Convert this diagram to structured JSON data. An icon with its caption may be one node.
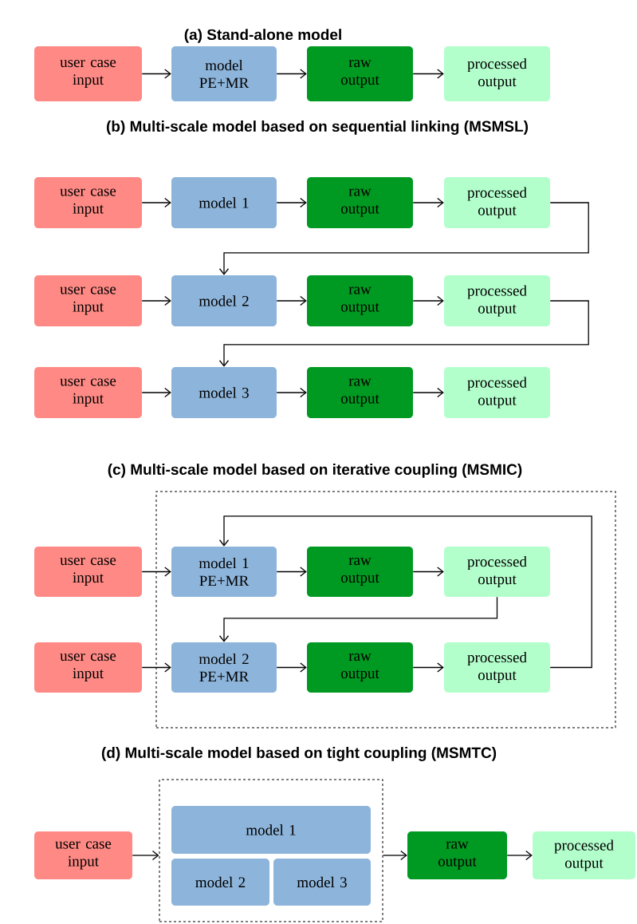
{
  "diagram": {
    "nodes": [
      {
        "text": [
          "user case input"
        ]
      },
      {
        "text": [
          "model PE+MR"
        ]
      },
      {
        "text": [
          "raw output"
        ]
      },
      {
        "text": [
          "processed output"
        ]
      },
      {
        "text": [
          "user case input"
        ]
      },
      {
        "text": [
          "model 1"
        ]
      },
      {
        "text": [
          "raw output"
        ]
      },
      {
        "text": [
          "processed output"
        ]
      },
      {
        "text": [
          "user case input"
        ]
      },
      {
        "text": [
          "model 2"
        ]
      },
      {
        "text": [
          "raw output"
        ]
      },
      {
        "text": [
          "processed output"
        ]
      },
      {
        "text": [
          "user case input"
        ]
      },
      {
        "text": [
          "model 3"
        ]
      },
      {
        "text": [
          "raw output"
        ]
      },
      {
        "text": [
          "processed output"
        ]
      },
      {
        "text": [],
        "shape": "box"
      },
      {
        "text": [
          "user case input"
        ]
      },
      {
        "text": [
          "model 1 PE+MR"
        ],
        "in": 16
      },
      {
        "text": [
          "raw output"
        ],
        "in": 16
      },
      {
        "text": [
          "processed output"
        ],
        "in": 16
      },
      {
        "text": [
          "user case input"
        ]
      },
      {
        "text": [
          "model 2 PE+MR"
        ],
        "in": 16
      },
      {
        "text": [
          "raw output"
        ],
        "in": 16
      },
      {
        "text": [
          "processed output"
        ],
        "in": 16
      },
      {
        "text": [
          "user case input"
        ]
      },
      {
        "text": [],
        "shape": "box"
      },
      {
        "text": [
          "model 1"
        ],
        "in": 26
      },
      {
        "text": [
          "model 2"
        ],
        "in": 26
      },
      {
        "text": [
          "model 3"
        ],
        "in": 26
      },
      {
        "text": [
          "raw output"
        ]
      },
      {
        "text": [
          "processed output"
        ]
      }
    ],
    "edges": [
      {
        "from": 0,
        "to": 1,
        "arrow": "to"
      },
      {
        "from": 1,
        "to": 2,
        "arrow": "to"
      },
      {
        "from": 2,
        "to": 3,
        "arrow": "to"
      },
      {
        "from": 4,
        "to": 5,
        "arrow": "to"
      },
      {
        "from": 5,
        "to": 6,
        "arrow": "to"
      },
      {
        "from": 6,
        "to": 7,
        "arrow": "to"
      },
      {
        "from": 7,
        "to": 9,
        "arrow": "to"
      },
      {
        "from": 8,
        "to": 9,
        "arrow": "to"
      },
      {
        "from": 9,
        "to": 10,
        "arrow": "to"
      },
      {
        "from": 10,
        "to": 11,
        "arrow": "to"
      },
      {
        "from": 11,
        "to": 13,
        "arrow": "to"
      },
      {
        "from": 12,
        "to": 13,
        "arrow": "to"
      },
      {
        "from": 13,
        "to": 14,
        "arrow": "to"
      },
      {
        "from": 14,
        "to": 15,
        "arrow": "to"
      },
      {
        "from": 17,
        "to": 18,
        "arrow": "to"
      },
      {
        "from": 18,
        "to": 19,
        "arrow": "to"
      },
      {
        "from": 19,
        "to": 20,
        "arrow": "to"
      },
      {
        "from": 20,
        "to": 22,
        "arrow": "to"
      },
      {
        "from": 21,
        "to": 22,
        "arrow": "to"
      },
      {
        "from": 22,
        "to": 23,
        "arrow": "to"
      },
      {
        "from": 23,
        "to": 24,
        "arrow": "to"
      },
      {
        "from": 24,
        "to": 18,
        "arrow": "to"
      },
      {
        "from": 25,
        "to": 26,
        "arrow": "to"
      },
      {
        "from": 26,
        "to": 30,
        "arrow": "to"
      },
      {
        "from": 30,
        "to": 31,
        "arrow": "to"
      }
    ],
    "labels": [
      "(a) Stand-alone model",
      "(b) Multi-scale model based on sequential linking (MSMSL)",
      "(c) Multi-scale model based on iterative coupling (MSMIC)",
      "(d) Multi-scale model based on tight coupling (MSMTC)"
    ]
  }
}
